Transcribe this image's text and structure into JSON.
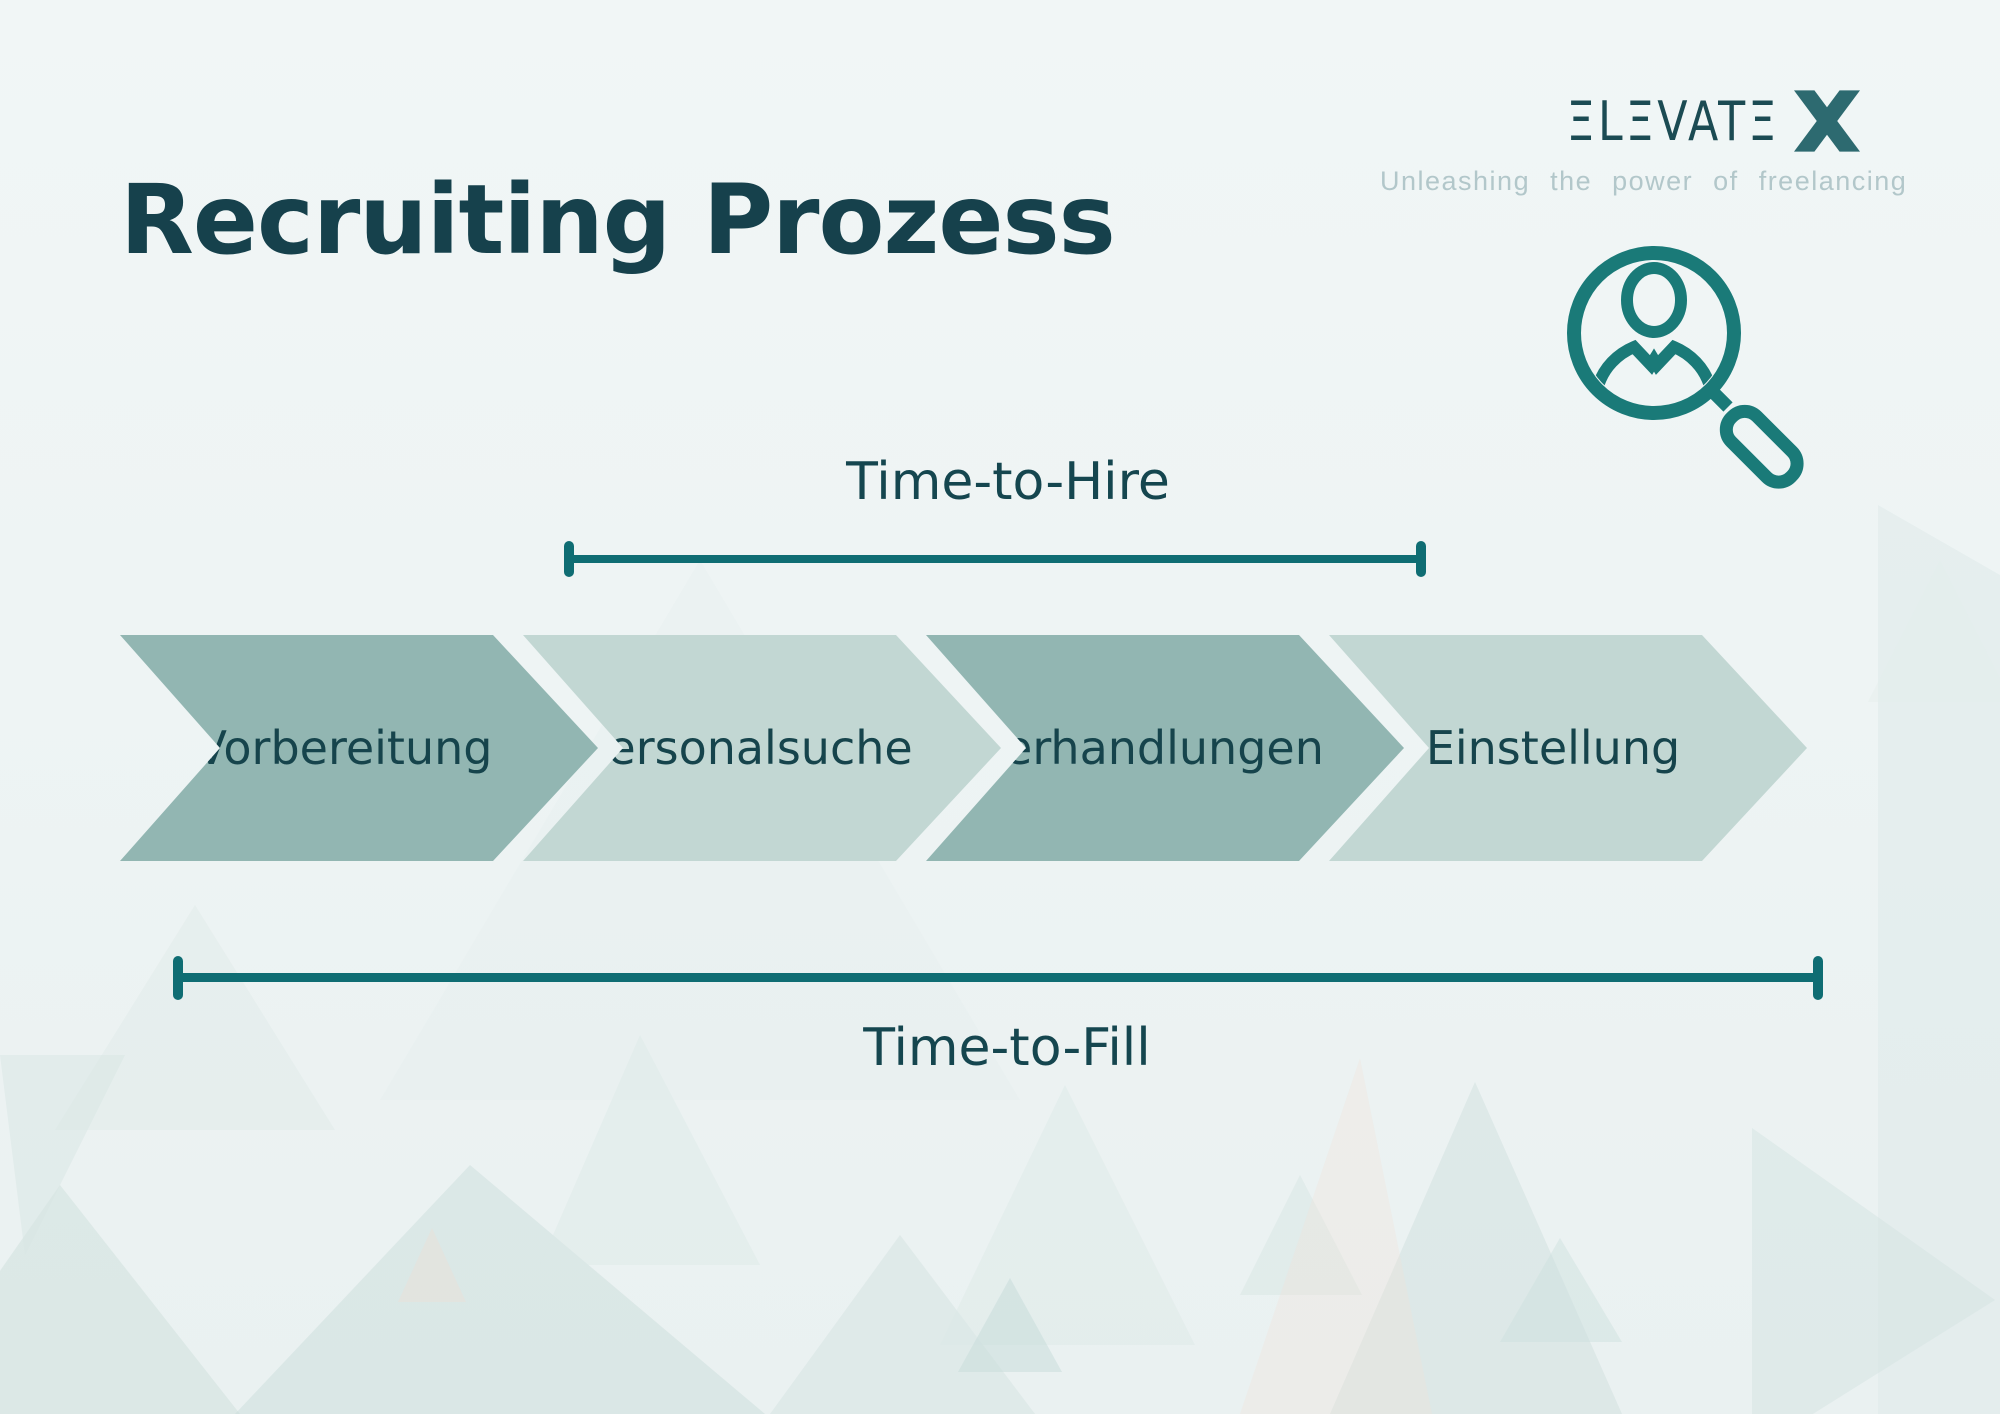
{
  "page": {
    "title": "Recruiting Prozess"
  },
  "brand": {
    "name": "ELEVATE X",
    "wordmark_display": "ΞLΞVATΞ",
    "x_mark": "X",
    "tagline": "Unleashing the power of freelancing"
  },
  "metrics": {
    "time_to_hire": "Time-to-Hire",
    "time_to_fill": "Time-to-Fill"
  },
  "process": {
    "steps": [
      {
        "label": "Vorbereitung",
        "tone": "dark"
      },
      {
        "label": "Personalsuche",
        "tone": "light"
      },
      {
        "label": "Verhandlungen",
        "tone": "dark"
      },
      {
        "label": "Einstellung",
        "tone": "light"
      }
    ]
  },
  "icons": {
    "person_search": "person-search-icon",
    "brand_x": "brand-x-icon"
  },
  "colors": {
    "step_dark": "#92b6b2",
    "step_light": "#c2d7d3",
    "accent_teal": "#0f6d73",
    "heading_teal": "#16414c",
    "logo_teal": "#2d6a70",
    "tagline_gray": "#b2c7ca",
    "background": "#eef4f4"
  }
}
